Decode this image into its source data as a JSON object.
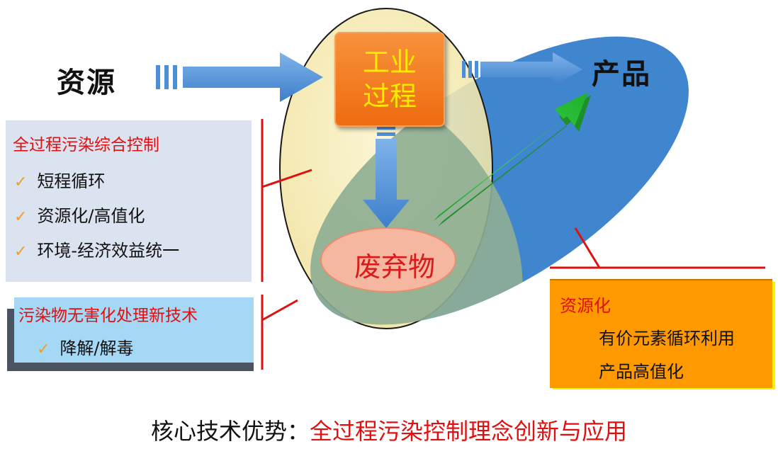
{
  "nodes": {
    "resource": "资源",
    "product": "产品",
    "process": [
      "工业",
      "过程"
    ],
    "waste": "废弃物"
  },
  "left_panel": {
    "title": "全过程污染综合控制",
    "items": [
      "短程循环",
      "资源化/高值化",
      "环境-经济效益统一"
    ]
  },
  "tech_panel": {
    "title": "污染物无害化处理新技术",
    "items": [
      "降解/解毒"
    ]
  },
  "right_panel": {
    "title": "资源化",
    "items": [
      "有价元素循环利用",
      "产品高值化"
    ]
  },
  "footer": {
    "prefix": "核心技术优势：",
    "highlight": "全过程污染控制理念创新与应用"
  },
  "icons": {
    "bullet": "✓"
  },
  "colors": {
    "red_text": "#e01010",
    "blue_ellipse": "#3f86cf",
    "cream_ellipse": "#f8eeb8",
    "arrow_blue": "#4d8fd6",
    "arrow_green": "#2bc03a",
    "process_box": "#ef7a1f",
    "waste_ellipse": "#f6b7a0",
    "right_panel": "#ff9900"
  }
}
